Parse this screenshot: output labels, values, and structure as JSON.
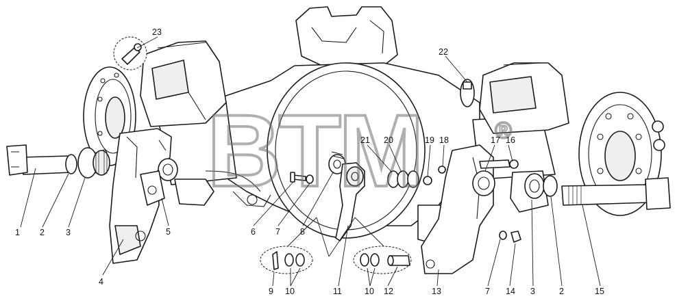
{
  "watermark": {
    "text": "BTM",
    "registered_mark": "®"
  },
  "callouts": {
    "c1": "1",
    "c2": "2",
    "c3": "3",
    "c4": "4",
    "c5": "5",
    "c6": "6",
    "c7": "7",
    "c8": "8",
    "c9": "9",
    "c10": "10",
    "c11": "11",
    "c12": "12",
    "c13": "13",
    "c14": "14",
    "c15": "15",
    "c16": "16",
    "c17": "17",
    "c18": "18",
    "c19": "19",
    "c20": "20",
    "c21": "21",
    "c22": "22",
    "c23": "23",
    "c2r": "2",
    "c3r": "3",
    "c7r": "7",
    "c10r": "10"
  }
}
